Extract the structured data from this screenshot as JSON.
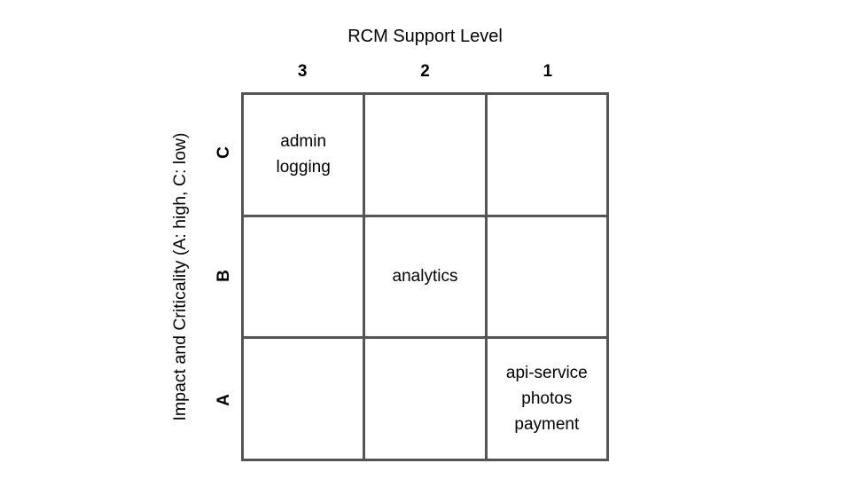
{
  "chart_data": {
    "type": "table",
    "title": "RCM Support Level",
    "xlabel": "RCM Support Level",
    "ylabel": "Impact and Criticality (A: high, C: low)",
    "grid": true,
    "legend": "none",
    "columns": [
      "3",
      "2",
      "1"
    ],
    "rows": [
      "C",
      "B",
      "A"
    ],
    "cells": [
      [
        "admin\nlogging",
        "",
        ""
      ],
      [
        "",
        "analytics",
        ""
      ],
      [
        "",
        "",
        "api-service\nphotos\npayment"
      ]
    ],
    "annotations": [
      {
        "row": "C",
        "column": "3",
        "items": [
          "admin",
          "logging"
        ]
      },
      {
        "row": "B",
        "column": "2",
        "items": [
          "analytics"
        ]
      },
      {
        "row": "A",
        "column": "1",
        "items": [
          "api-service",
          "photos",
          "payment"
        ]
      }
    ],
    "colors": {
      "background": "#ffffff",
      "grid_line": "#555555",
      "text": "#000000"
    }
  },
  "header": {
    "title": "RCM Support Level"
  },
  "axes": {
    "x": {
      "label": "RCM Support Level",
      "ticks": [
        "3",
        "2",
        "1"
      ]
    },
    "y": {
      "label": "Impact and Criticality (A: high, C: low)",
      "ticks": [
        "C",
        "B",
        "A"
      ]
    }
  },
  "matrix": {
    "cells": [
      {
        "row": "C",
        "column": "3",
        "text": "admin\nlogging"
      },
      {
        "row": "C",
        "column": "2",
        "text": ""
      },
      {
        "row": "C",
        "column": "1",
        "text": ""
      },
      {
        "row": "B",
        "column": "3",
        "text": ""
      },
      {
        "row": "B",
        "column": "2",
        "text": "analytics"
      },
      {
        "row": "B",
        "column": "1",
        "text": ""
      },
      {
        "row": "A",
        "column": "3",
        "text": ""
      },
      {
        "row": "A",
        "column": "2",
        "text": ""
      },
      {
        "row": "A",
        "column": "1",
        "text": "api-service\nphotos\npayment"
      }
    ]
  }
}
